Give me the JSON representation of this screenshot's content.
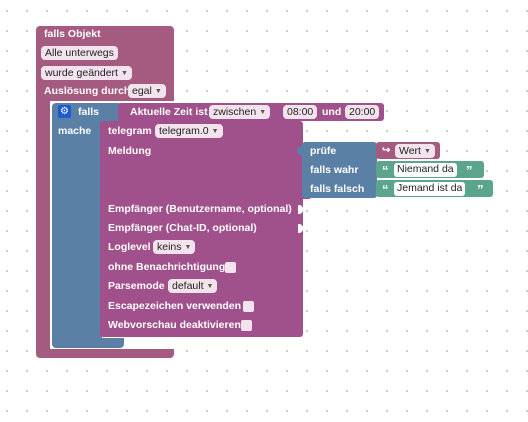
{
  "trigger_block": {
    "title": "falls Objekt",
    "object_label": "Alle unterwegs",
    "condition": "wurde geändert",
    "trigger_label": "Auslösung durch",
    "trigger_value": "egal"
  },
  "if_block": {
    "falls_label": "falls",
    "mache_label": "mache",
    "time_label": "Aktuelle Zeit ist",
    "range_op": "zwischen",
    "from_time": "08:00",
    "and_label": "und",
    "to_time": "20:00"
  },
  "telegram_block": {
    "title": "telegram",
    "instance": "telegram.0",
    "message_label": "Meldung",
    "recipient_user_label": "Empfänger (Benutzername, optional)",
    "recipient_chat_label": "Empfänger (Chat-ID, optional)",
    "loglevel_label": "Loglevel",
    "loglevel_value": "keins",
    "silent_label": "ohne Benachrichtigung",
    "parsemode_label": "Parsemode",
    "parsemode_value": "default",
    "escape_label": "Escapezeichen verwenden",
    "webpreview_label": "Webvorschau deaktivieren"
  },
  "ternary_block": {
    "check_label": "prüfe",
    "check_value": "Wert",
    "true_label": "falls wahr",
    "true_text": "Niemand da",
    "false_label": "falls falsch",
    "false_text": "Jemand ist da"
  },
  "colors": {
    "trigger": "#a55b80",
    "logic": "#5b80a5",
    "telegram": "#a0508a",
    "text": "#5ba58c"
  },
  "icons": {
    "gear": "gear-icon",
    "dropdown": "chevron-down-icon",
    "variable": "variable-icon",
    "quote": "quote-icon"
  }
}
